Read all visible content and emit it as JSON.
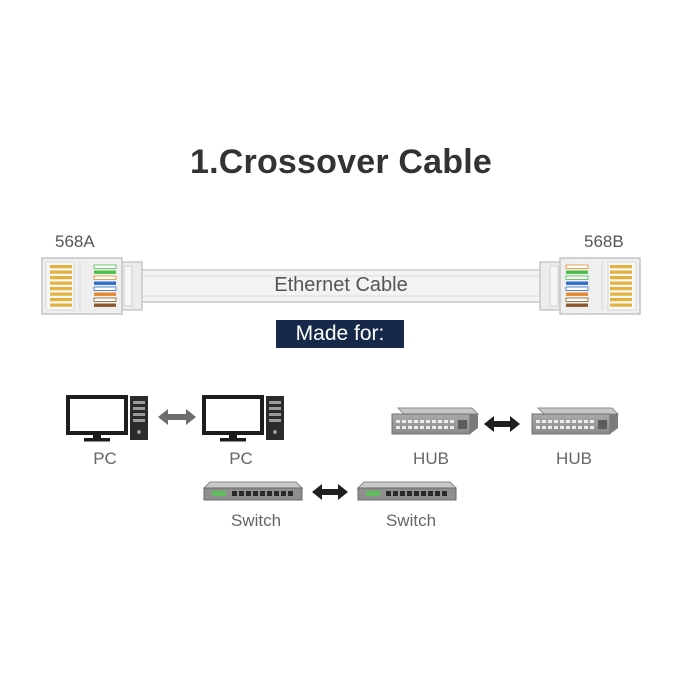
{
  "title": "1.Crossover Cable",
  "cable": {
    "left_standard": "568A",
    "right_standard": "568B",
    "label": "Ethernet Cable"
  },
  "made_for": "Made for:",
  "devices": {
    "pc_left": "PC",
    "pc_right": "PC",
    "hub_left": "HUB",
    "hub_right": "HUB",
    "switch_left": "Switch",
    "switch_right": "Switch"
  },
  "colors": {
    "title": "#333333",
    "badge": "#16294a",
    "arrow": "#222222",
    "device_gray": "#7d7d7d"
  },
  "icons": [
    "rj45-connector-icon",
    "monitor-icon",
    "tower-icon",
    "hub-icon",
    "switch-icon",
    "double-arrow-icon"
  ]
}
